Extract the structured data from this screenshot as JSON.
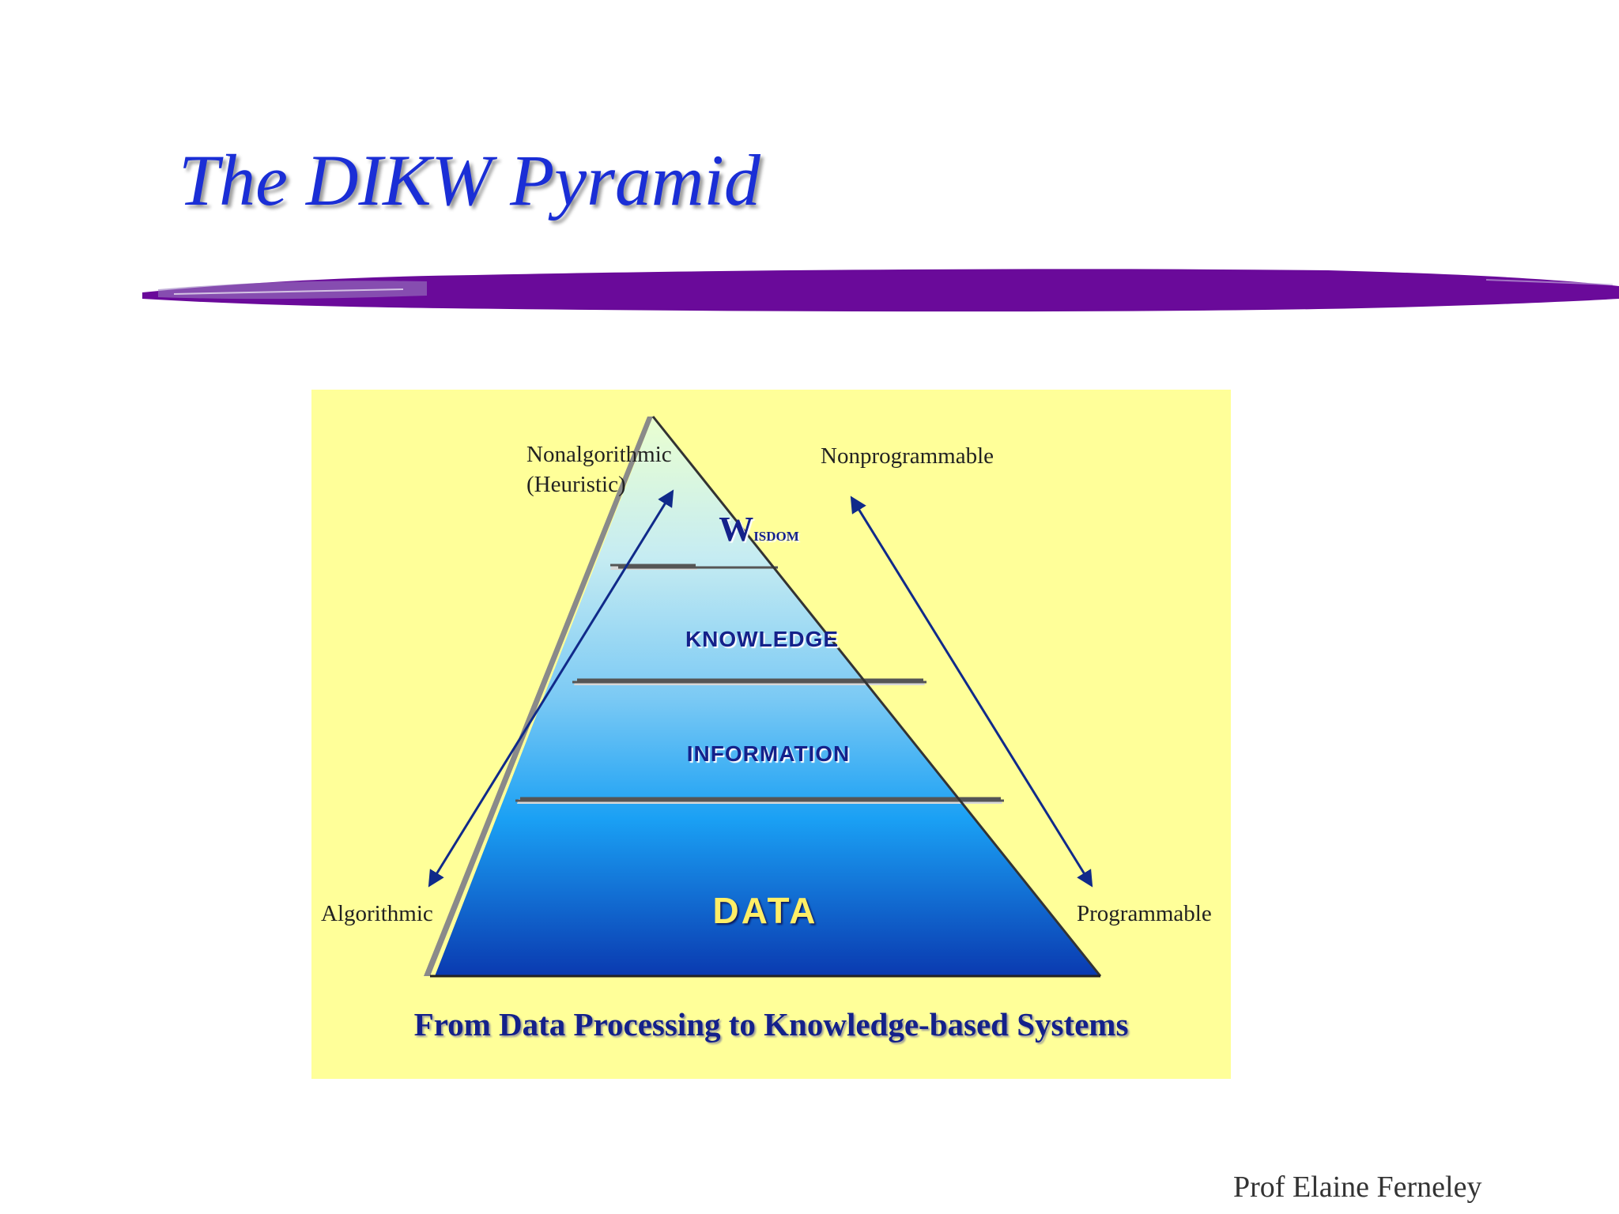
{
  "slide": {
    "title": "The DIKW Pyramid",
    "author": "Prof Elaine Ferneley"
  },
  "diagram": {
    "tiers": {
      "wisdom_initial": "W",
      "wisdom_rest": "ISDOM",
      "knowledge": "KNOWLEDGE",
      "information": "INFORMATION",
      "data": "DATA"
    },
    "left_axis": {
      "top_label_line1": "Nonalgorithmic",
      "top_label_line2": "(Heuristic)",
      "bottom_label": "Algorithmic"
    },
    "right_axis": {
      "top_label": "Nonprogrammable",
      "bottom_label": "Programmable"
    },
    "caption": "From Data Processing to Knowledge-based Systems"
  },
  "colors": {
    "title": "#1a2ed6",
    "brush_stroke": "#6a0a9a",
    "panel_background": "#ffff99",
    "tier_top": "#eaffd0",
    "tier_bottom": "#0a3ab0",
    "arrow": "#102a8a",
    "tier_text": "#14218a",
    "data_text": "#ffee66"
  }
}
